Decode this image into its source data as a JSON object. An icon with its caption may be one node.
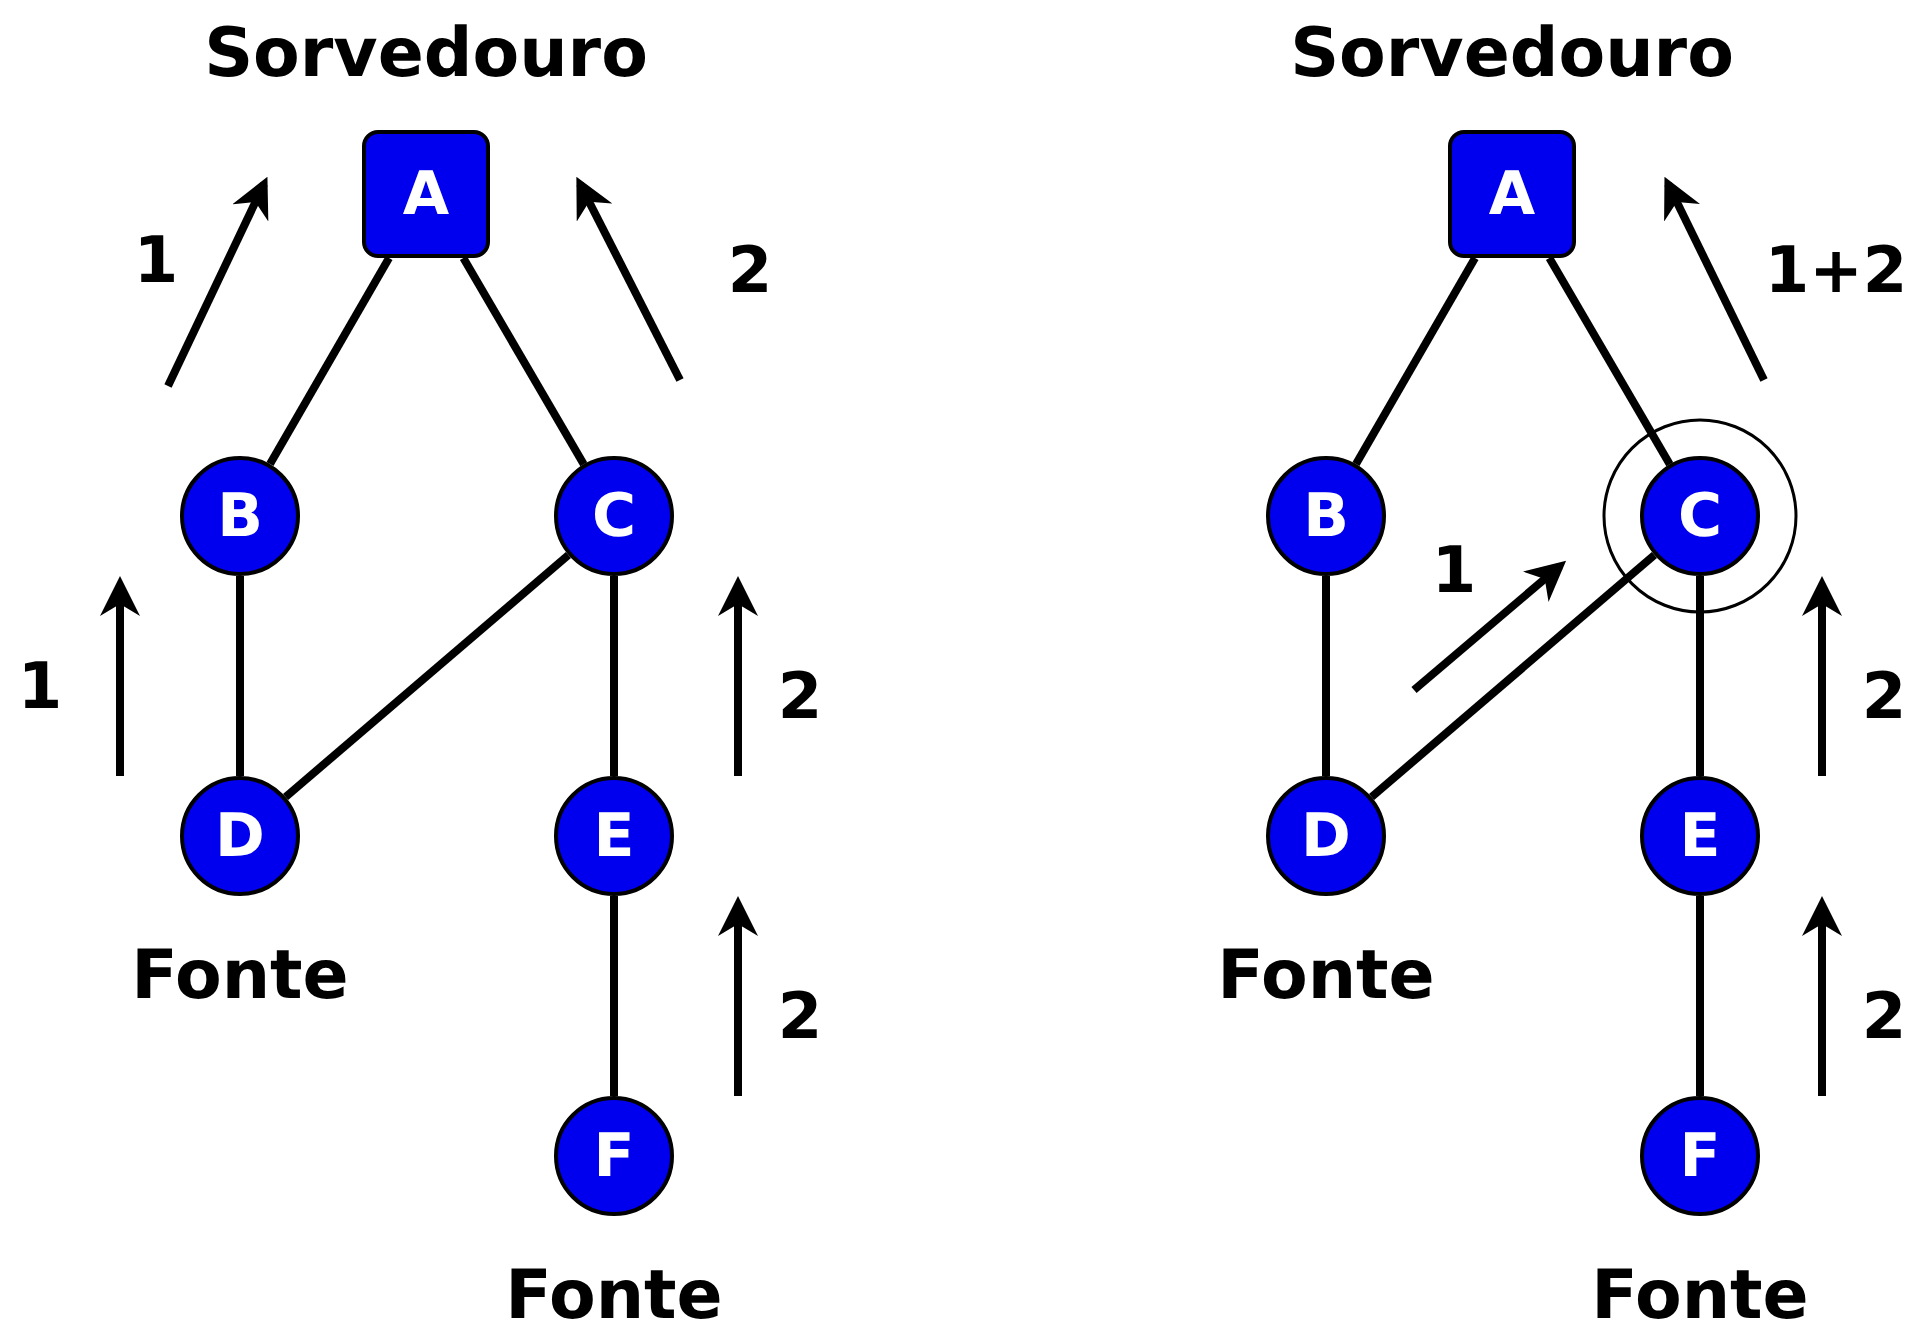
{
  "diagram": {
    "nodes": [
      {
        "text": [
          "A"
        ],
        "beside": [
          "Sorvedouro"
        ]
      },
      {
        "text": [
          "B"
        ]
      },
      {
        "text": [
          "C"
        ]
      },
      {
        "text": [
          "D"
        ],
        "beside": [
          "Fonte"
        ]
      },
      {
        "text": [
          "E"
        ]
      },
      {
        "text": [
          "F"
        ],
        "beside": [
          "Fonte"
        ]
      },
      {
        "text": [
          "A"
        ],
        "beside": [
          "Sorvedouro"
        ]
      },
      {
        "text": [
          "B"
        ]
      },
      {
        "text": [
          "C"
        ]
      },
      {
        "text": [
          "D"
        ],
        "beside": [
          "Fonte"
        ]
      },
      {
        "text": [
          "E"
        ]
      },
      {
        "text": [
          "F"
        ],
        "beside": [
          "Fonte"
        ]
      }
    ],
    "edges": [
      {
        "from": 0,
        "to": 1,
        "arrow": "none"
      },
      {
        "from": 0,
        "to": 2,
        "arrow": "none"
      },
      {
        "from": 1,
        "to": 3,
        "arrow": "none"
      },
      {
        "from": 2,
        "to": 3,
        "arrow": "none"
      },
      {
        "from": 2,
        "to": 4,
        "arrow": "none"
      },
      {
        "from": 4,
        "to": 5,
        "arrow": "none"
      },
      {
        "from": 6,
        "to": 7,
        "arrow": "none"
      },
      {
        "from": 6,
        "to": 8,
        "arrow": "none"
      },
      {
        "from": 7,
        "to": 9,
        "arrow": "none"
      },
      {
        "from": 8,
        "to": 9,
        "arrow": "none"
      },
      {
        "from": 8,
        "to": 10,
        "arrow": "none"
      },
      {
        "from": 10,
        "to": 11,
        "arrow": "none"
      }
    ],
    "labels": [
      "1",
      "2",
      "1",
      "2",
      "2",
      "1+2",
      "1",
      "2",
      "2"
    ]
  }
}
